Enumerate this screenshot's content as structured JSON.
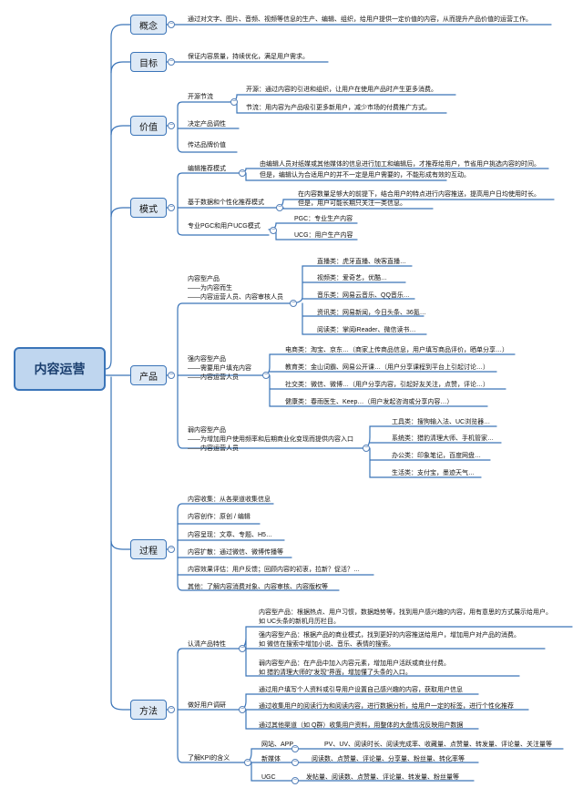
{
  "root": "内容运营",
  "branches": {
    "concept": "概念",
    "goal": "目标",
    "value": "价值",
    "mode": "模式",
    "product": "产品",
    "process": "过程",
    "method": "方法"
  },
  "concept_text": "通过对文字、图片、音频、视频等信息的生产、编辑、组织，给用户提供一定价值的内容，从而提升产品价值的运营工作。",
  "goal_text": "保证内容质量，持续优化，满足用户需求。",
  "value": {
    "kaiyuan": "开源节流",
    "kaiyuan_1": "开源：通过内容的引进和组织，让用户在使用产品时产生更多消费。",
    "kaiyuan_2": "节流：用内容为产品吸引更多新用户，减少市场的付费推广方式。",
    "v2": "决定产品调性",
    "v3": "传达品牌价值"
  },
  "mode": {
    "m1": "编辑推荐模式",
    "m1_text_1": "由编辑人员对纸媒或其他媒体的信息进行加工和编辑后，才推荐给用户，节省用户挑选内容的时间。",
    "m1_text_2": "但是，编辑认为合适用户的并不一定是用户需要的，不能形成有效的互动。",
    "m2": "基于数据和个性化推荐模式",
    "m2_text_1": "在内容数量足够大的前提下，结合用户的特点进行内容推送，提高用户日均使用时长。",
    "m2_text_2": "但是，用户可能长期只关注一类信息。",
    "m3": "专业PGC和用户UCG模式",
    "m3_a": "PGC：专业生产内容",
    "m3_b": "UCG：用户生产内容"
  },
  "product": {
    "p1_1": "内容型产品",
    "p1_2": "——为内容而生",
    "p1_3": "——内容运营人员、内容审核人员",
    "p1_items": [
      "直播类：虎牙直播、映客直播…",
      "视频类：爱奇艺，优酷…",
      "音乐类：网易云音乐、QQ音乐…",
      "资讯类：网易新闻，今日头条、36氪…",
      "阅读类：掌阅iReader、微信读书…"
    ],
    "p2_1": "强内容型产品",
    "p2_2": "——需要用户填充内容",
    "p2_3": "——内容运营人员",
    "p2_items": [
      "电商类：淘宝、京东…（商家上传商品信息，用户填写商品评价，晒单分享…）",
      "教育类：金山词霸、网易公开课…（用户分享课程到平台上引起讨论…）",
      "社交类：微信、微博…（用户分享内容，引起好友关注，点赞，评论…）",
      "健康类：春雨医生、Keep…（用户发起咨询或分享内容…）"
    ],
    "p3_1": "弱内容型产品",
    "p3_2": "——为增加用户使用频率和后期商业化变现而提供内容入口",
    "p3_3": "——内容运营人员",
    "p3_items": [
      "工具类：搜狗输入法、UC浏览器…",
      "系统类：猎豹清理大师、手机管家…",
      "办公类：印象笔记，百度网盘…",
      "生活类：支付宝，墨迹天气…"
    ]
  },
  "process_items": [
    "内容收集：从各渠道收集信息",
    "内容创作：原创 / 编辑",
    "内容呈现：文章、专题、H5…",
    "内容扩散：通过微信、微博传播等",
    "内容效果评估：用户反馈；回顾内容的初衷，拉新？促活？…",
    "其他：了解内容消费对象、内容审核、内容版权等"
  ],
  "method": {
    "a": "认清产品特性",
    "a1_1": "内容型产品：根据热点、用户习惯，数据趋势等，找到用户感兴趣的内容，用有意思的方式展示给用户。",
    "a1_2": "如 UC头条的新机月历栏目。",
    "a2_1": "强内容型产品：根据产品的商业模式，找到更好的内容推送给用户，增加用户对产品的消费。",
    "a2_2": "如 微信在搜索中增加小说、音乐、表情的搜索。",
    "a3_1": "弱内容型产品：在产品中加入内容元素，增加用户活跃或商业付费。",
    "a3_2": "如 猎豹清理大师的\"发现\"界面，增加懂了头条的入口。",
    "b": "做好用户调研",
    "b1": "通过用户填写个人资料或引导用户设置自己感兴趣的内容，获取用户信息",
    "b2": "通过收集用户的阅读行为和阅读内容，进行数据分析，给用户一定的标签，进行个性化推荐",
    "b3": "通过其他渠道（如 Q群）收集用户资料，用整体的大盘情况反映用户数据",
    "c": "了解KPI的含义",
    "c1": "网站、APP",
    "c1_t": "PV、UV、阅读时长、阅读完成率、收藏量、点赞量、转发量、评论量、关注量等",
    "c2": "新媒体",
    "c2_t": "阅读数、点赞量、评论量、分享量、粉丝量、转化率等",
    "c3": "UGC",
    "c3_t": "发帖量、阅读数、点赞量、评论量、转发量、粉丝量等"
  },
  "colors": {
    "line": "#3a74b8",
    "branch_fill": "#dde9f6",
    "root_fill": "#bfd6ef"
  }
}
